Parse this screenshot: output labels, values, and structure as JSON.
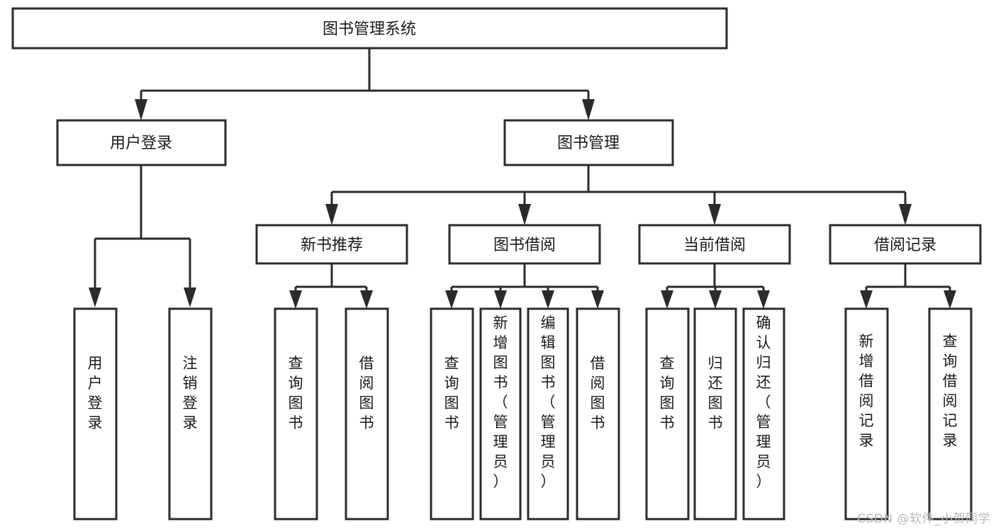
{
  "diagram": {
    "title": "图书管理系统",
    "type": "tree-hierarchy-diagram",
    "colors": {
      "background": "#ffffff",
      "box_fill": "#ffffff",
      "stroke": "#2b2b2b",
      "text": "#1a1a1a",
      "watermark": "#b9b9b9"
    },
    "root": {
      "label": "图书管理系统"
    },
    "level2": [
      {
        "label": "用户登录"
      },
      {
        "label": "图书管理"
      }
    ],
    "level3": [
      {
        "label": "新书推荐"
      },
      {
        "label": "图书借阅"
      },
      {
        "label": "当前借阅"
      },
      {
        "label": "借阅记录"
      }
    ],
    "leaves": {
      "user_login": [
        {
          "label": "用户登录"
        },
        {
          "label": "注销登录"
        }
      ],
      "new_book_recommend": [
        {
          "label": "查询图书"
        },
        {
          "label": "借阅图书"
        }
      ],
      "book_borrow": [
        {
          "label": "查询图书"
        },
        {
          "label": "新增图书（管理员）"
        },
        {
          "label": "编辑图书（管理员）"
        },
        {
          "label": "借阅图书"
        }
      ],
      "current_borrow": [
        {
          "label": "查询图书"
        },
        {
          "label": "归还图书"
        },
        {
          "label": "确认归还（管理员）"
        }
      ],
      "borrow_record": [
        {
          "label": "新增借阅记录"
        },
        {
          "label": "查询借阅记录"
        }
      ]
    }
  },
  "watermark": {
    "text": "CSDN @软件_小贺同学"
  }
}
